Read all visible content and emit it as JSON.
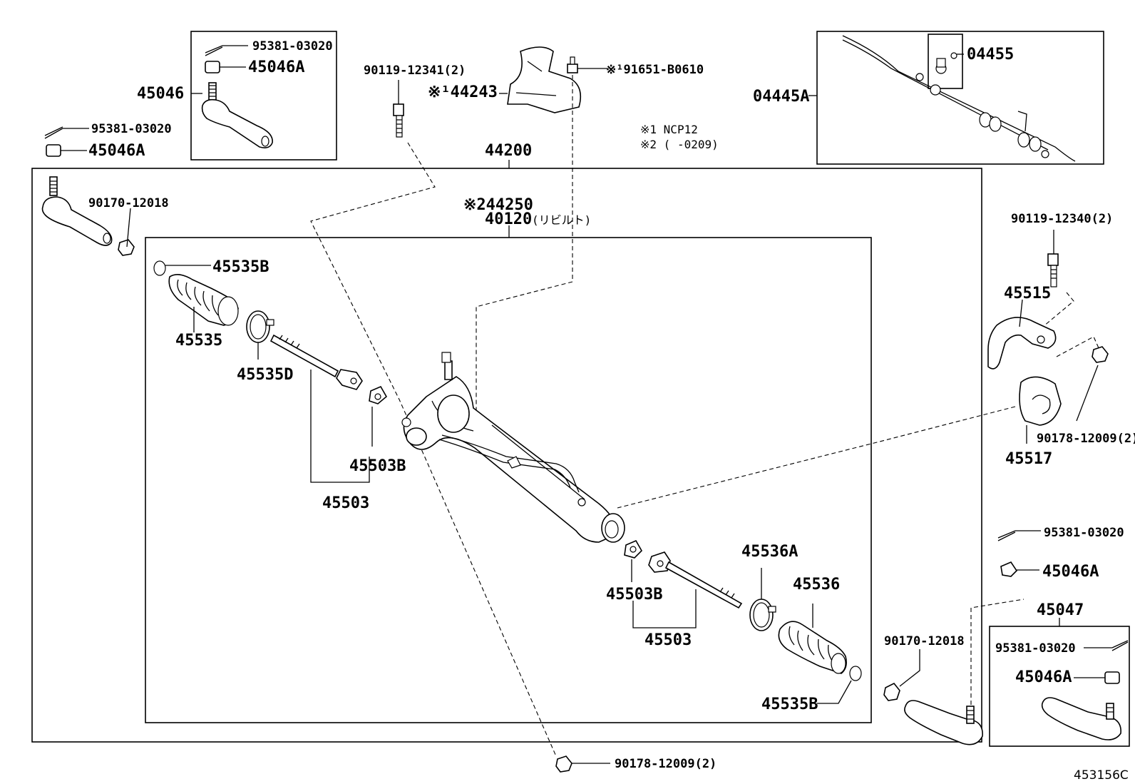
{
  "labels": {
    "p95381_03020_tl": "95381-03020",
    "p45046a_tl": "45046A",
    "p45046": "45046",
    "p95381_03020_l": "95381-03020",
    "p45046a_l": "45046A",
    "p90119_12341": "90119-12341(2)",
    "p44243": "※¹44243",
    "p91651": "※¹91651-B0610",
    "note1": "※1 NCP12",
    "note2": "※2 (     -0209)",
    "p04445a": "04445A",
    "p04455": "04455",
    "p44200": "44200",
    "p90170_12018_l": "90170-12018",
    "p44250": "※244250",
    "p40120": "40120",
    "p40120_sub": "(リビルト)",
    "p45535b_t": "45535B",
    "p45535": "45535",
    "p45535d": "45535D",
    "p45503b_l": "45503B",
    "p45503_l": "45503",
    "p90119_12340": "90119-12340(2)",
    "p45515": "45515",
    "p90178_12009_r": "90178-12009(2)",
    "p45517": "45517",
    "p95381_03020_r": "95381-03020",
    "p45046a_r": "45046A",
    "p45047": "45047",
    "p95381_03020_br": "95381-03020",
    "p45046a_br": "45046A",
    "p45536a": "45536A",
    "p45536": "45536",
    "p45503b_r": "45503B",
    "p45503_r": "45503",
    "p90170_12018_r": "90170-12018",
    "p45535b_b": "45535B",
    "p90178_12009_b": "90178-12009(2)",
    "ref_code": "453156C"
  }
}
